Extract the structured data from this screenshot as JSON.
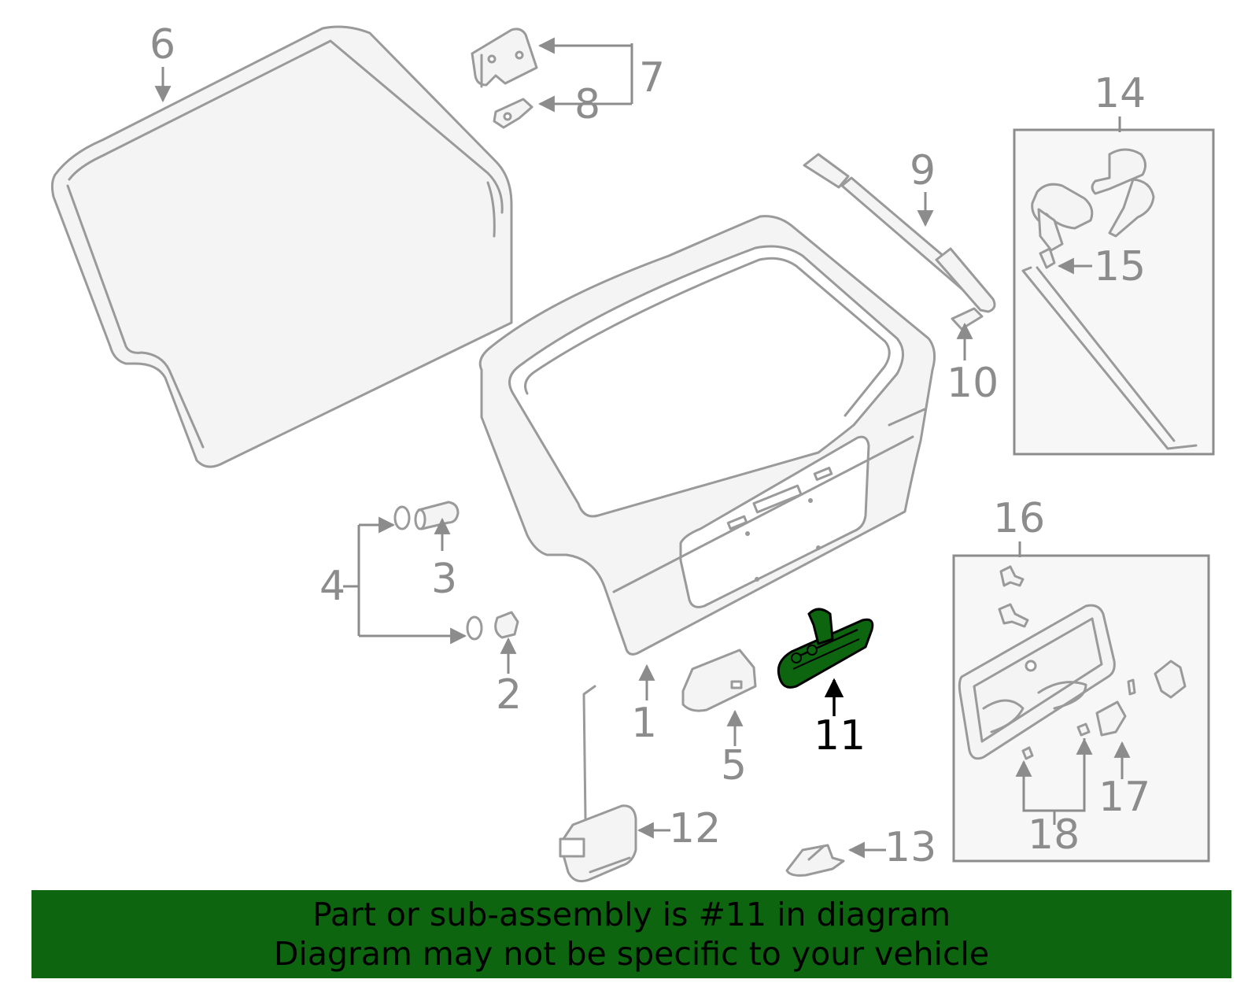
{
  "callouts": {
    "c1": "1",
    "c2": "2",
    "c3": "3",
    "c4": "4",
    "c5": "5",
    "c6": "6",
    "c7": "7",
    "c8": "8",
    "c9": "9",
    "c10": "10",
    "c11": "11",
    "c12": "12",
    "c13": "13",
    "c14": "14",
    "c15": "15",
    "c16": "16",
    "c17": "17",
    "c18": "18"
  },
  "highlight": {
    "part": "11",
    "color": "#0d6510"
  },
  "banner": {
    "line1": "Part or sub-assembly is #11 in diagram",
    "line2": "Diagram may not be specific to your vehicle",
    "background": "#0d6510"
  }
}
